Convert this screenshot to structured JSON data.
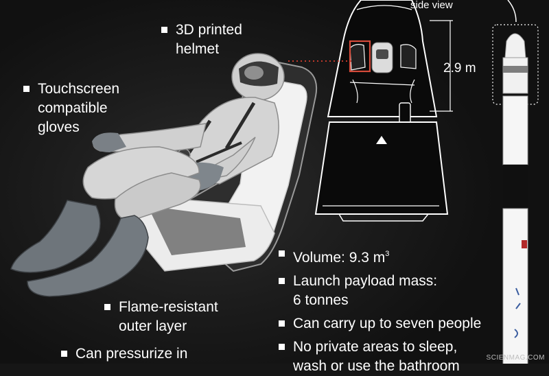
{
  "labels": {
    "helmet_1": "3D printed",
    "helmet_2": "helmet",
    "gloves_1": "Touchscreen",
    "gloves_2": "compatible",
    "gloves_3": "gloves",
    "flame_1": "Flame-resistant",
    "flame_2": "outer layer",
    "pressurize": "Can pressurize in",
    "side_view": "side view",
    "height": "2.9 m"
  },
  "specs": {
    "volume": "Volume: 9.3 m",
    "volume_sup": "3",
    "payload_1": "Launch payload mass:",
    "payload_2": "6 tonnes",
    "people": "Can carry up to seven people",
    "private_1": "No private areas to sleep,",
    "private_2": "wash or use the bathroom"
  },
  "watermark": "SCIENMAG.COM",
  "colors": {
    "background": "#161616",
    "suit": "#d4d4d4",
    "boots": "#6e757b",
    "highlight_box": "#d64b3b",
    "dotted_line": "#c0392b"
  }
}
